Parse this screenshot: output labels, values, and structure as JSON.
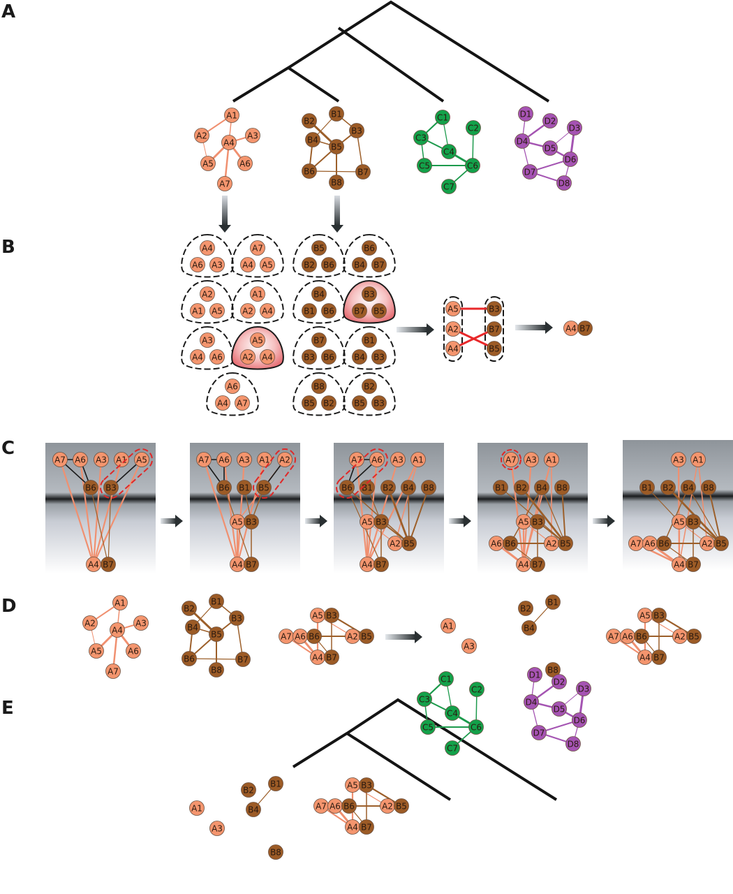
{
  "colors": {
    "A": "#f4956e",
    "B": "#9c5b26",
    "C": "#13a14a",
    "D": "#a553b3",
    "A_edge": "#f09070",
    "B_edge": "#9c5f2a",
    "C_edge": "#1c9a4c",
    "D_edge": "#a454b2",
    "conflict_edge": "#e8282a",
    "highlight_ring": "#e02828",
    "tree": "#141414",
    "node_stroke": "#6a5040"
  },
  "panels": {
    "A": {
      "label": "A"
    },
    "B": {
      "label": "B"
    },
    "C": {
      "label": "C"
    },
    "D": {
      "label": "D"
    },
    "E": {
      "label": "E"
    }
  },
  "networks": {
    "A": {
      "nodes": [
        "A1",
        "A2",
        "A3",
        "A4",
        "A5",
        "A6",
        "A7"
      ],
      "edges": [
        [
          "A1",
          "A2"
        ],
        [
          "A1",
          "A4"
        ],
        [
          "A2",
          "A5"
        ],
        [
          "A4",
          "A3"
        ],
        [
          "A4",
          "A5"
        ],
        [
          "A4",
          "A6"
        ],
        [
          "A4",
          "A7"
        ]
      ]
    },
    "B": {
      "nodes": [
        "B1",
        "B2",
        "B3",
        "B4",
        "B5",
        "B6",
        "B7",
        "B8"
      ],
      "edges": [
        [
          "B1",
          "B4"
        ],
        [
          "B1",
          "B3"
        ],
        [
          "B2",
          "B5"
        ],
        [
          "B4",
          "B5"
        ],
        [
          "B3",
          "B5"
        ],
        [
          "B3",
          "B7"
        ],
        [
          "B4",
          "B6"
        ],
        [
          "B5",
          "B6"
        ],
        [
          "B5",
          "B8"
        ],
        [
          "B6",
          "B7"
        ]
      ]
    },
    "C": {
      "nodes": [
        "C1",
        "C2",
        "C3",
        "C4",
        "C5",
        "C6",
        "C7"
      ],
      "edges": [
        [
          "C1",
          "C3"
        ],
        [
          "C1",
          "C4"
        ],
        [
          "C3",
          "C4"
        ],
        [
          "C3",
          "C5"
        ],
        [
          "C4",
          "C6"
        ],
        [
          "C5",
          "C6"
        ],
        [
          "C2",
          "C6"
        ],
        [
          "C6",
          "C7"
        ]
      ]
    },
    "D": {
      "nodes": [
        "D1",
        "D2",
        "D3",
        "D4",
        "D5",
        "D6",
        "D7",
        "D8"
      ],
      "edges": [
        [
          "D1",
          "D4"
        ],
        [
          "D2",
          "D4"
        ],
        [
          "D4",
          "D5"
        ],
        [
          "D3",
          "D5"
        ],
        [
          "D3",
          "D6"
        ],
        [
          "D5",
          "D6"
        ],
        [
          "D4",
          "D7"
        ],
        [
          "D6",
          "D7"
        ],
        [
          "D6",
          "D8"
        ],
        [
          "D7",
          "D8"
        ]
      ]
    }
  },
  "triplets": {
    "A": [
      [
        "A4",
        "A6",
        "A3"
      ],
      [
        "A7",
        "A4",
        "A5"
      ],
      [
        "A2",
        "A1",
        "A5"
      ],
      [
        "A1",
        "A2",
        "A4"
      ],
      [
        "A3",
        "A4",
        "A6"
      ],
      [
        "A5",
        "A2",
        "A4"
      ],
      [
        "A6",
        "A4",
        "A7"
      ]
    ],
    "A_highlighted": 5,
    "B": [
      [
        "B5",
        "B2",
        "B6"
      ],
      [
        "B6",
        "B4",
        "B7"
      ],
      [
        "B4",
        "B1",
        "B6"
      ],
      [
        "B3",
        "B7",
        "B5"
      ],
      [
        "B7",
        "B3",
        "B6"
      ],
      [
        "B1",
        "B4",
        "B3"
      ],
      [
        "B8",
        "B5",
        "B2"
      ],
      [
        "B2",
        "B5",
        "B3"
      ]
    ],
    "B_highlighted": 3
  },
  "matching": {
    "left": [
      "A5",
      "A2",
      "A4"
    ],
    "right": [
      "B3",
      "B7",
      "B5"
    ],
    "links": [
      [
        "A5",
        "B3"
      ],
      [
        "A2",
        "B5"
      ],
      [
        "A4",
        "B7"
      ]
    ],
    "result": [
      "A4",
      "B7"
    ]
  },
  "merge_steps": [
    {
      "top": [
        "A7",
        "A6",
        "A3",
        "A1",
        "A5"
      ],
      "middle": [
        "B6",
        "B3"
      ],
      "bottom": [
        "A4",
        "B7"
      ],
      "circled": [
        "B3",
        "A5"
      ]
    },
    {
      "top": [
        "A7",
        "A6",
        "A3",
        "A1",
        "A2"
      ],
      "middle": [
        "B6",
        "B1",
        "B5"
      ],
      "merged": [
        "A5",
        "B3"
      ],
      "bottom": [
        "A4",
        "B7"
      ],
      "circled": [
        "B5",
        "A2"
      ]
    },
    {
      "top": [
        "A7",
        "A6",
        "A3",
        "A1"
      ],
      "middle": [
        "B6",
        "B1",
        "B2",
        "B4",
        "B8"
      ],
      "merged": [
        "A5",
        "B3"
      ],
      "merged2": [
        "A2",
        "B5"
      ],
      "bottom": [
        "A4",
        "B7"
      ],
      "circled": [
        "B6",
        "A6"
      ]
    },
    {
      "top": [
        "A7",
        "A3",
        "A1"
      ],
      "middle": [
        "B1",
        "B2",
        "B4",
        "B8"
      ],
      "merged": [
        "A5",
        "B3"
      ],
      "row": [
        "A6",
        "B6",
        "A2",
        "B5"
      ],
      "bottom": [
        "A4",
        "B7"
      ],
      "circled": [
        "A7"
      ]
    },
    {
      "top": [
        "A3",
        "A1"
      ],
      "middle": [
        "B1",
        "B2",
        "B4",
        "B8"
      ],
      "merged": [
        "A5",
        "B3"
      ],
      "row": [
        "A7",
        "A6",
        "B6",
        "A2",
        "B5"
      ],
      "bottom": [
        "A4",
        "B7"
      ],
      "circled": []
    }
  ],
  "merged_network": {
    "nodes": [
      "A5",
      "B3",
      "A7",
      "A6",
      "B6",
      "A2",
      "B5",
      "A4",
      "B7"
    ],
    "edges": [
      [
        "A5",
        "A2"
      ],
      [
        "B3",
        "B5"
      ],
      [
        "B6",
        "A2"
      ],
      [
        "A5",
        "A4"
      ],
      [
        "B3",
        "B7"
      ],
      [
        "A6",
        "A4"
      ],
      [
        "A7",
        "A4"
      ],
      [
        "B6",
        "B7"
      ]
    ]
  },
  "leftover": {
    "A": [
      "A1",
      "A3"
    ],
    "B": {
      "nodes": [
        "B1",
        "B2",
        "B4",
        "B8"
      ],
      "edges": [
        [
          "B1",
          "B4"
        ]
      ]
    }
  }
}
